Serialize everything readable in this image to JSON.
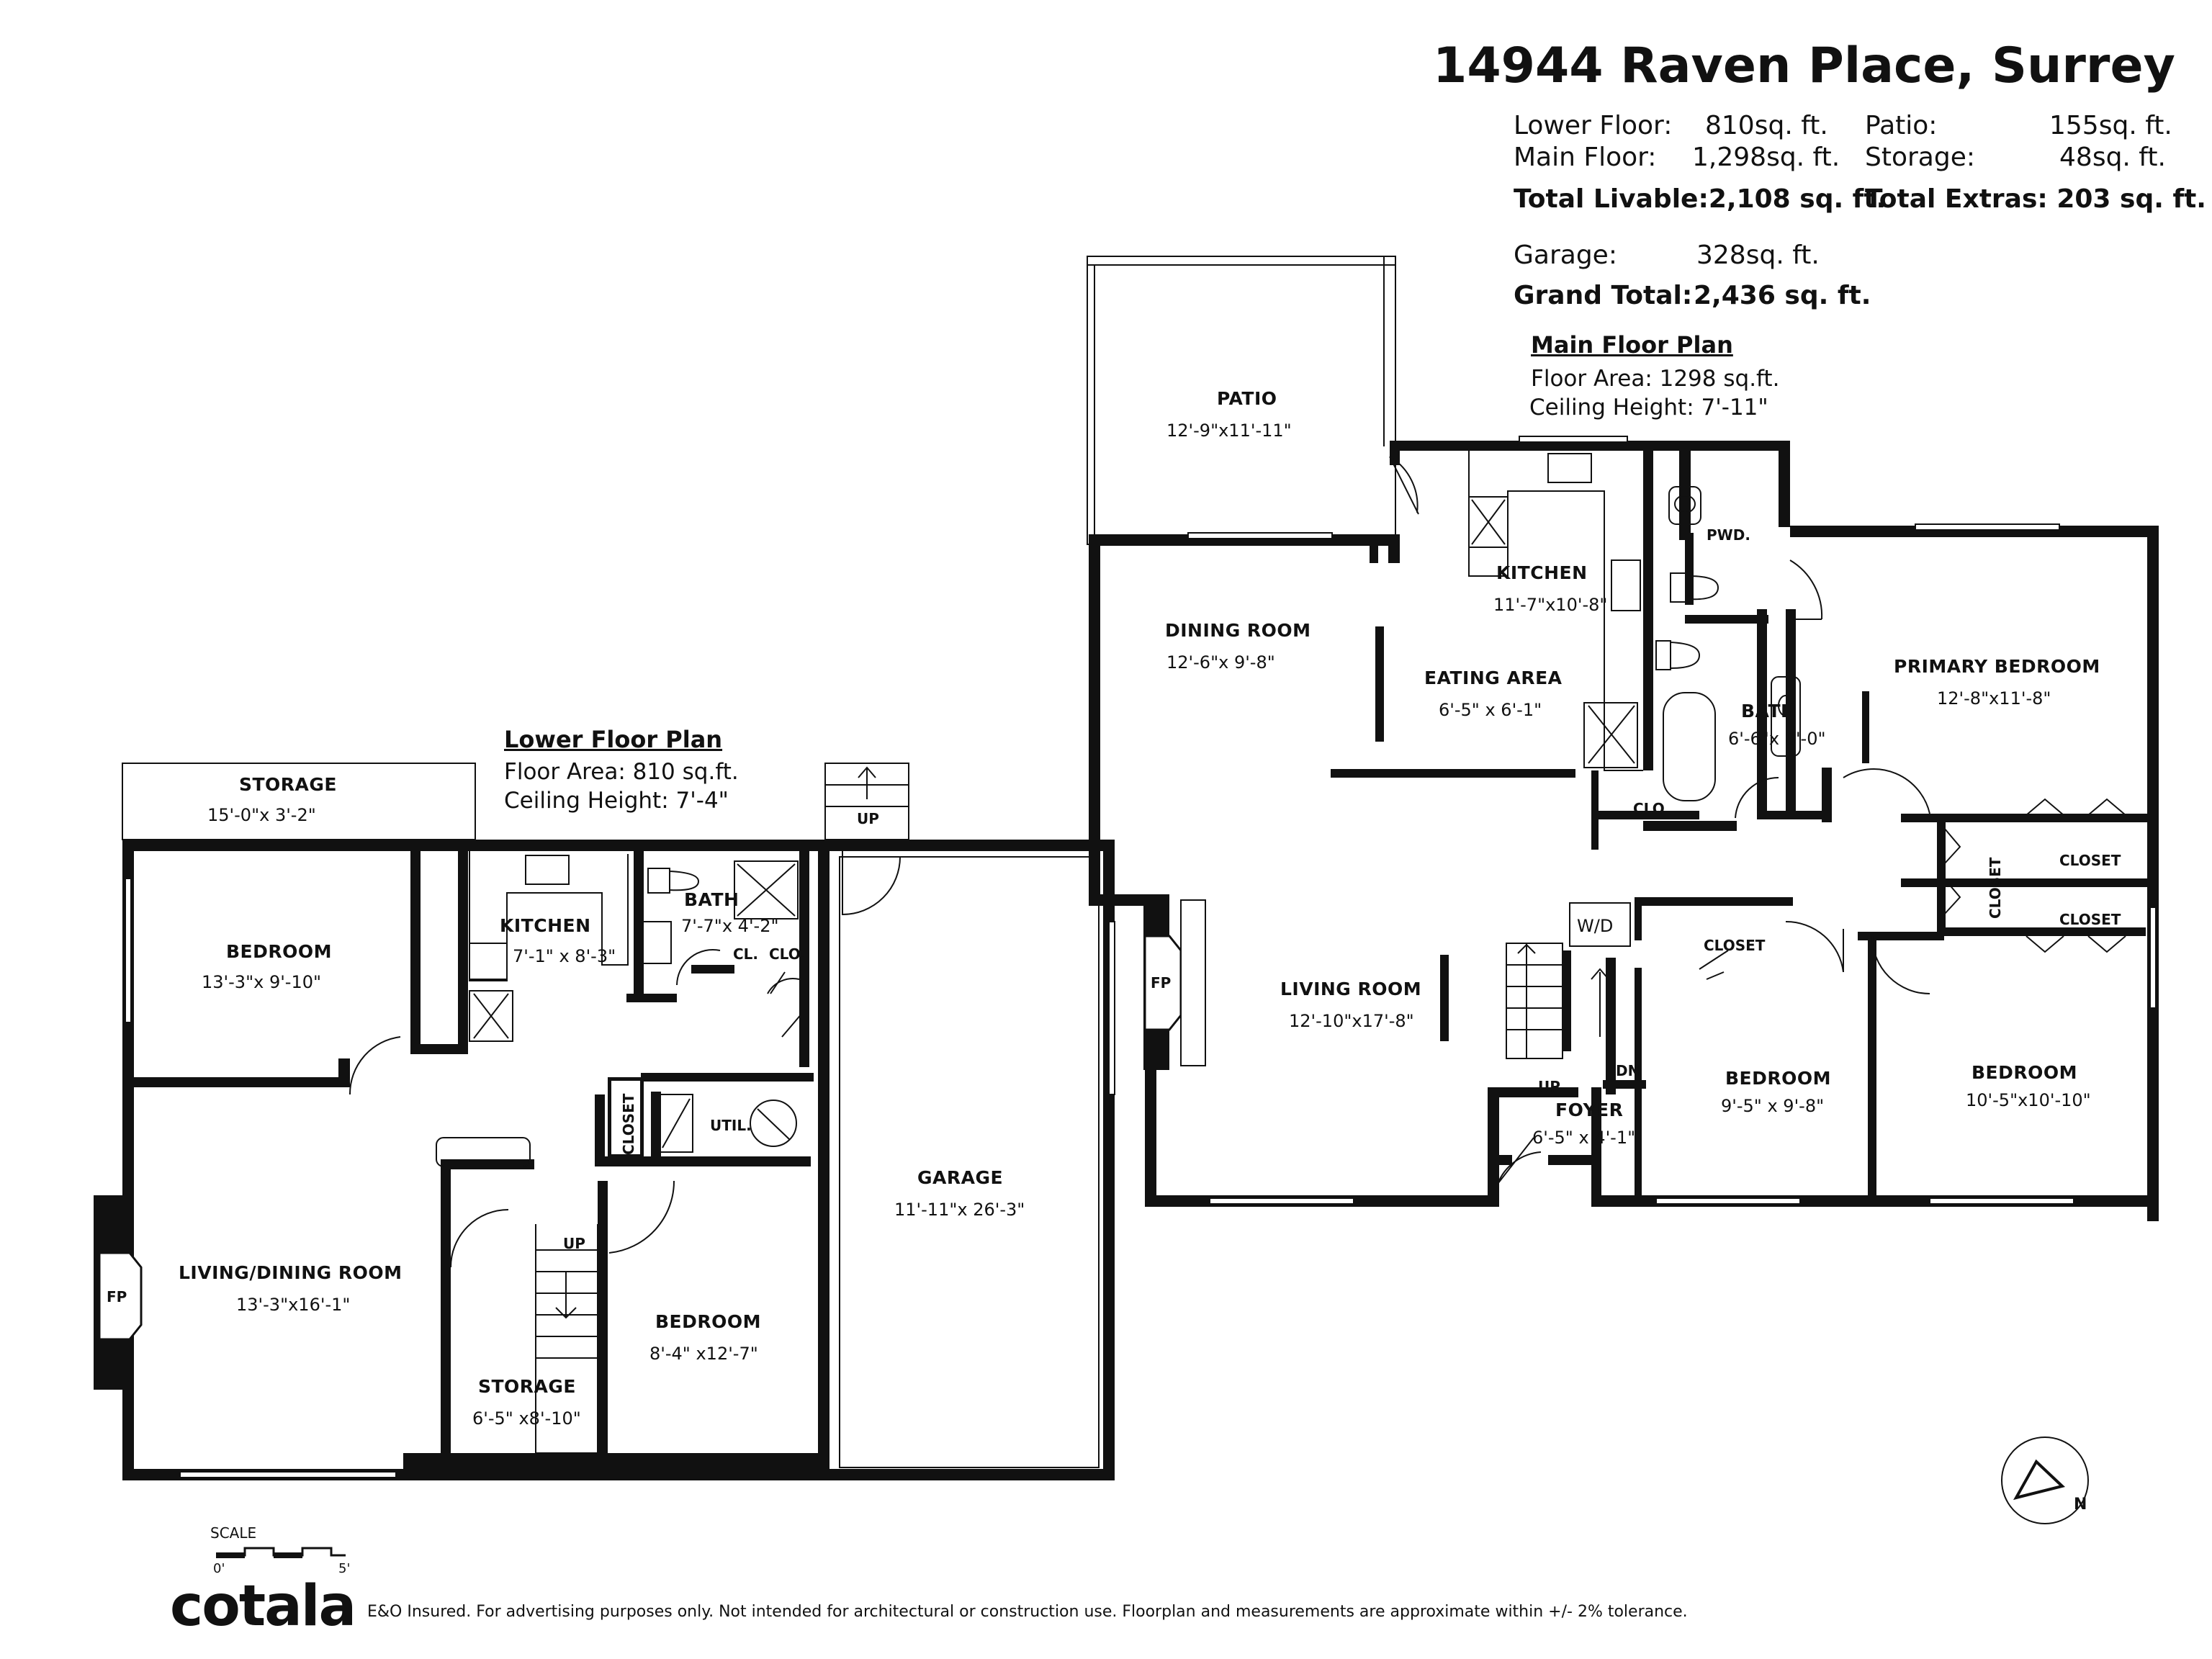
{
  "header": {
    "title": "14944 Raven Place, Surrey",
    "summary": {
      "lower_floor_label": "Lower Floor:",
      "lower_floor_value": "810",
      "main_floor_label": "Main Floor:",
      "main_floor_value": "1,298",
      "total_livable_label": "Total Livable:",
      "total_livable_value": "2,108",
      "patio_label": "Patio:",
      "patio_value": "155",
      "storage_label": "Storage:",
      "storage_value": "48",
      "total_extras_label": "Total Extras:",
      "total_extras_value": "203",
      "garage_label": "Garage:",
      "garage_value": "328",
      "grand_total_label": "Grand Total:",
      "grand_total_value": "2,436",
      "unit": "sq. ft."
    }
  },
  "main_floor": {
    "title": "Main Floor Plan",
    "area": "Floor Area: 1298 sq.ft.",
    "ceiling": "Ceiling Height: 7'-11\"",
    "rooms": [
      {
        "name": "PATIO",
        "dims": "12'-9\"x11'-11\""
      },
      {
        "name": "DINING ROOM",
        "dims": "12'-6\"x 9'-8\""
      },
      {
        "name": "KITCHEN",
        "dims": "11'-7\"x10'-8\""
      },
      {
        "name": "EATING AREA",
        "dims": "6'-5\" x 6'-1\""
      },
      {
        "name": "PWD.",
        "dims": ""
      },
      {
        "name": "BATH",
        "dims": "6'-6\"x 8'-0\""
      },
      {
        "name": "PRIMARY BEDROOM",
        "dims": "12'-8\"x11'-8\""
      },
      {
        "name": "LIVING ROOM",
        "dims": "12'-10\"x17'-8\""
      },
      {
        "name": "FOYER",
        "dims": "6'-5\" x 4'-1\""
      },
      {
        "name": "BEDROOM",
        "dims": "9'-5\" x 9'-8\""
      },
      {
        "name": "BEDROOM",
        "dims": "10'-5\"x10'-10\""
      }
    ],
    "labels": {
      "clo": "CLO.",
      "closet": "CLOSET",
      "wd": "W/D",
      "fp": "FP",
      "up": "UP",
      "dn": "DN"
    }
  },
  "lower_floor": {
    "title": "Lower Floor Plan",
    "area": "Floor Area: 810 sq.ft.",
    "ceiling": "Ceiling Height: 7'-4\"",
    "rooms": [
      {
        "name": "STORAGE",
        "dims": "15'-0\"x 3'-2\""
      },
      {
        "name": "BEDROOM",
        "dims": "13'-3\"x 9'-10\""
      },
      {
        "name": "KITCHEN",
        "dims": "7'-1\" x 8'-3\""
      },
      {
        "name": "BATH",
        "dims": "7'-7\"x 4'-2\""
      },
      {
        "name": "GARAGE",
        "dims": "11'-11\"x 26'-3\""
      },
      {
        "name": "LIVING/DINING ROOM",
        "dims": "13'-3\"x16'-1\""
      },
      {
        "name": "UTIL.",
        "dims": ""
      },
      {
        "name": "BEDROOM",
        "dims": "8'-4\" x12'-7\""
      },
      {
        "name": "STORAGE",
        "dims": "6'-5\" x8'-10\""
      }
    ],
    "labels": {
      "cl": "CL.",
      "clo": "CLO.",
      "closet": "CLOSET",
      "fp": "FP",
      "up": "UP"
    }
  },
  "scale": {
    "label": "SCALE",
    "start": "0'",
    "end": "5'"
  },
  "compass": {
    "letter": "N"
  },
  "brand": "cotala",
  "disclaimer": "E&O Insured. For advertising purposes only. Not intended for architectural or construction use. Floorplan and measurements are approximate within +/- 2% tolerance."
}
